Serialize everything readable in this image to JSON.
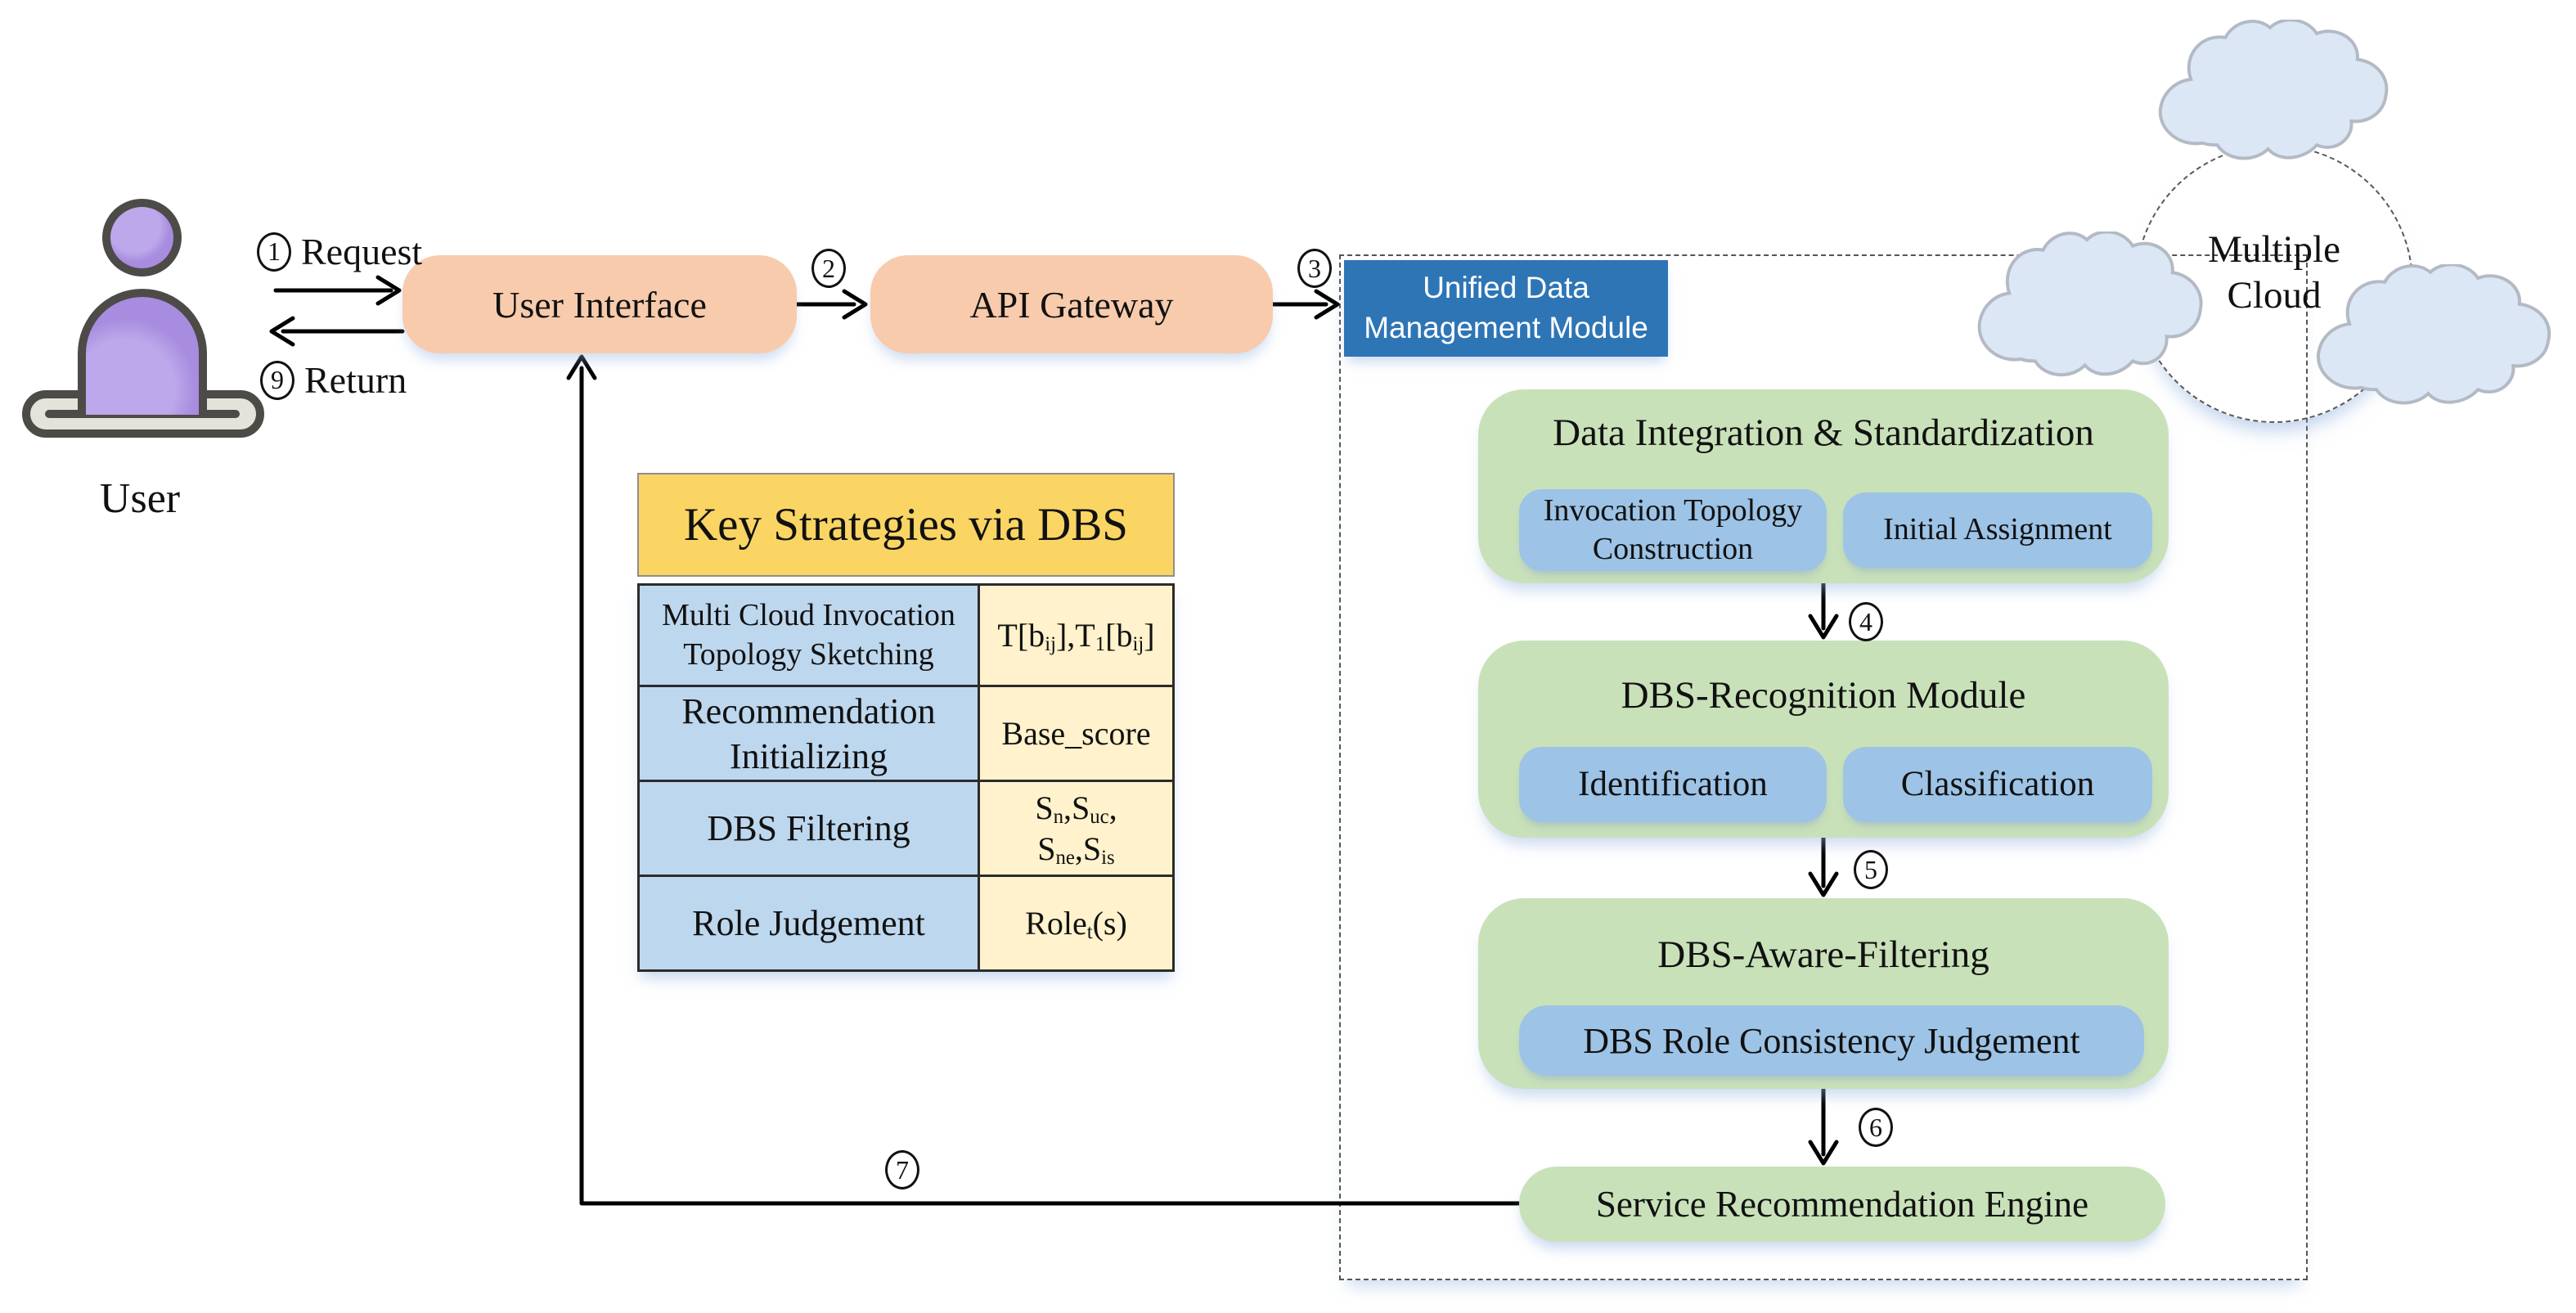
{
  "flow": {
    "request": {
      "num": "1",
      "label": "Request"
    },
    "return": {
      "num": "9",
      "label": "Return"
    },
    "steps": {
      "s2": "2",
      "s3": "3",
      "s4": "4",
      "s5": "5",
      "s6": "6",
      "s7": "7"
    }
  },
  "actors": {
    "user_label": "User"
  },
  "boxes": {
    "user_interface": "User Interface",
    "api_gateway": "API Gateway",
    "udmm": {
      "line1": "Unified Data",
      "line2": "Management Module"
    }
  },
  "pipeline": {
    "data_integration": {
      "title": "Data Integration & Standardization",
      "children": [
        "Invocation Topology Construction",
        "Initial Assignment"
      ]
    },
    "dbs_recognition": {
      "title": "DBS-Recognition Module",
      "children": [
        "Identification",
        "Classification"
      ]
    },
    "dbs_filtering": {
      "title": "DBS-Aware-Filtering",
      "children": [
        "DBS Role Consistency Judgement"
      ]
    },
    "engine": {
      "title": "Service Recommendation Engine"
    }
  },
  "cloud": {
    "line1": "Multiple",
    "line2": "Cloud"
  },
  "table": {
    "title": "Key Strategies via DBS",
    "rows": [
      {
        "name": "Multi Cloud Invocation Topology Sketching",
        "value": [
          {
            "t": "T[b"
          },
          {
            "s": "ij"
          },
          {
            "t": "],T"
          },
          {
            "s": "1"
          },
          {
            "t": "[b"
          },
          {
            "s": "ij"
          },
          {
            "t": "]"
          }
        ]
      },
      {
        "name": "Recommendation Initializing",
        "value": [
          {
            "t": "Base_score"
          }
        ]
      },
      {
        "name": "DBS Filtering",
        "value": [
          {
            "t": "S"
          },
          {
            "s": "n"
          },
          {
            "t": ",S"
          },
          {
            "s": "uc"
          },
          {
            "t": ","
          },
          {
            "br": true
          },
          {
            "t": "S"
          },
          {
            "s": "ne"
          },
          {
            "t": ",S"
          },
          {
            "s": "is"
          }
        ]
      },
      {
        "name": "Role Judgement",
        "value": [
          {
            "t": "Role"
          },
          {
            "s": "t"
          },
          {
            "t": "(s)"
          }
        ]
      }
    ]
  },
  "colors": {
    "peach": "#F8CBAD",
    "module_blue": "#2E75B6",
    "green": "#C9E1B9",
    "sub_blue": "#9DC3E6",
    "table_header_yellow": "#FAD564",
    "table_left_blue": "#BDD7EE",
    "table_right_cream": "#FFF2CC",
    "cloud_fill": "#DBE7F5",
    "icon_purple": "#A88CE0",
    "line_black": "#000000"
  }
}
